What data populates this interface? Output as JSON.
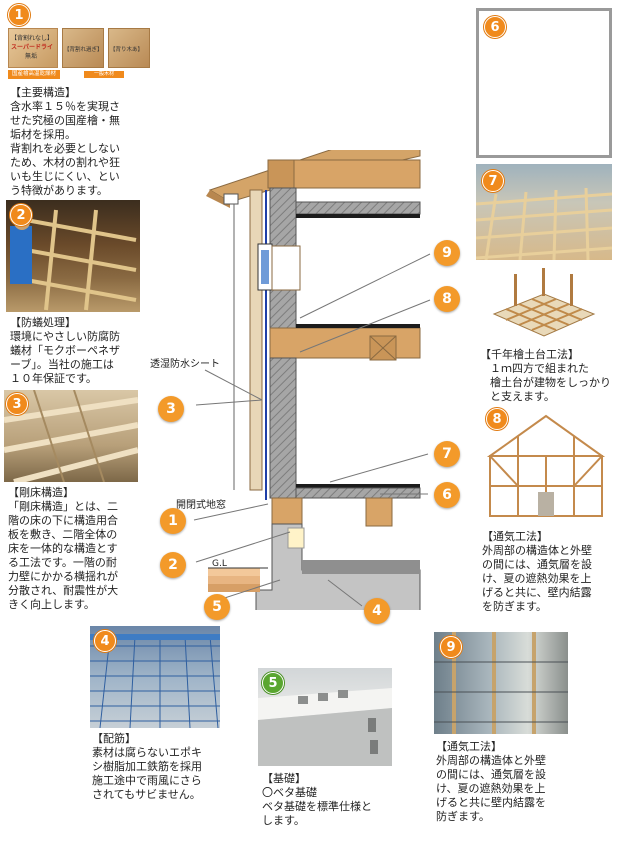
{
  "block1": {
    "badge": "1",
    "chip1_line1": "【背割れなし】",
    "chip1_line2": "スーパードライ",
    "chip1_line3": "無垢",
    "chip2": "【背割れ過ぎ】",
    "chip3": "【背り木あ】",
    "caption_orange": "国産檜高温乾燥材",
    "caption_small": "一般木材",
    "title": "【主要構造】",
    "lines": [
      "含水率１５％を実現さ",
      "せた究極の国産檜・無",
      "垢材を採用。",
      "背割れを必要としない",
      "ため、木材の割れや狂",
      "いも生じにくい、とい",
      "う特徴があります。"
    ]
  },
  "block2": {
    "badge": "2",
    "title": "【防蟻処理】",
    "lines": [
      "環境にやさしい防腐防",
      "蟻材「モクボーペネザ",
      "ーブ」。当社の施工は",
      "１０年保証です。"
    ]
  },
  "block3": {
    "badge": "3",
    "title": "【剛床構造】",
    "lines": [
      "「剛床構造」とは、二",
      "階の床の下に構造用合",
      "板を敷き、二階全体の",
      "床を一体的な構造とす",
      "る工法です。一階の耐",
      "力壁にかかる横揺れが",
      "分散され、耐震性が大",
      "きく向上します。"
    ]
  },
  "block4": {
    "badge": "4",
    "title": "【配筋】",
    "lines": [
      "素材は腐らないエポキ",
      "シ樹脂加工鉄筋を採用",
      "施工途中で雨風にさら",
      "されてもサビません。"
    ]
  },
  "block5": {
    "badge": "5",
    "title": "【基礎】",
    "lines": [
      "〇ベタ基礎",
      "ベタ基礎を標準仕様と",
      "します。"
    ]
  },
  "block6": {
    "badge": "6"
  },
  "block7": {
    "badge": "7",
    "title": "【千年檜土台工法】",
    "lines": [
      "１ｍ四方で組まれた",
      "檜土台が建物をしっかり",
      "と支えます。"
    ]
  },
  "block8": {
    "badge": "8",
    "title": "【通気工法】",
    "lines": [
      "外周部の構造体と外壁",
      "の間には、通気層を設",
      "け、夏の遮熱効果を上",
      "げると共に、壁内結露",
      "を防ぎます。"
    ]
  },
  "block9": {
    "badge": "9",
    "title": "【通気工法】",
    "lines": [
      "外周部の構造体と外壁",
      "の間には、通気層を設",
      "け、夏の遮熱効果を上",
      "げると共に壁内結露を",
      "防ぎます。"
    ]
  },
  "diagram": {
    "label_sheet": "透湿防水シート",
    "label_vent": "開閉式地窓",
    "label_gl": "G.L",
    "callouts": [
      "1",
      "2",
      "3",
      "4",
      "5",
      "6",
      "7",
      "8",
      "9"
    ]
  },
  "colors": {
    "badge": "#f08a1c",
    "wood": "#d8a467",
    "insulation": "#9a9a9a",
    "concrete": "#bdbdbd"
  }
}
